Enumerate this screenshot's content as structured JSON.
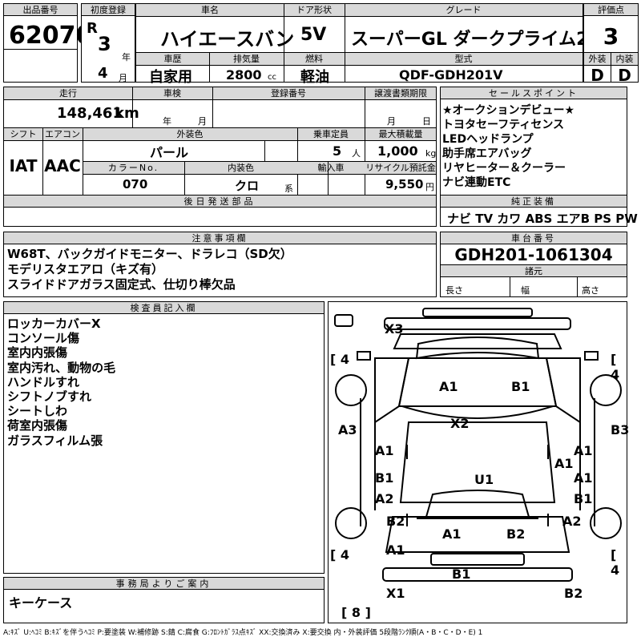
{
  "header": {
    "lot_no_label": "出品番号",
    "lot_no": "62070",
    "first_reg_label": "初度登録",
    "era": "R",
    "year": "3",
    "year_unit": "年",
    "month": "4",
    "month_unit": "月",
    "name_label": "車名",
    "name": "ハイエースバン",
    "door_label": "ドア形状",
    "door": "5V",
    "grade_label": "グレード",
    "grade": "スーパーGL ダークプライム2",
    "score_label": "評価点",
    "score": "3",
    "history_label": "車歴",
    "history": "自家用",
    "displacement_label": "排気量",
    "displacement": "2800",
    "displacement_unit": "cc",
    "fuel_label": "燃料",
    "fuel": "軽油",
    "model_label": "型式",
    "model": "QDF-GDH201V",
    "exterior_label": "外装",
    "exterior": "D",
    "interior_label": "内装",
    "interior": "D"
  },
  "row2": {
    "mileage_label": "走行",
    "mileage": "148,461",
    "mileage_unit": "km",
    "inspection_label": "車検",
    "insp_year_unit": "年",
    "insp_month_unit": "月",
    "plate_label": "登録番号",
    "transfer_label": "譲渡書類期限",
    "transfer_month_unit": "月",
    "transfer_day_unit": "日",
    "shift_label": "シフト",
    "shift": "IAT",
    "ac_label": "エアコン",
    "ac": "AAC",
    "ext_color_label": "外装色",
    "ext_color": "パール",
    "capacity_label": "乗車定員",
    "capacity": "5",
    "capacity_unit": "人",
    "load_label": "最大積載量",
    "load": "1,000",
    "load_unit": "kg",
    "color_no_label": "カラーNo.",
    "color_no": "070",
    "int_color_label": "内装色",
    "int_color": "クロ",
    "int_color_unit": "系",
    "import_label": "輸入車",
    "recycle_label": "リサイクル預託金",
    "recycle": "9,550",
    "recycle_unit": "円",
    "later_parts_label": "後日発送部品"
  },
  "sales_points": {
    "label": "セールスポイント",
    "items": [
      "★オークションデビュー★",
      "トヨタセーフティセンス",
      "LEDヘッドランプ",
      "助手席エアバッグ",
      "リヤヒーター＆クーラー",
      "ナビ連動ETC"
    ],
    "genuine_label": "純正装備",
    "genuine": "ナビ TV カワ ABS エアB PS PW"
  },
  "notes": {
    "label": "注意事項欄",
    "lines": [
      "W68T、バックガイドモニター、ドラレコ（SD欠）",
      "モデリスタエアロ（キズ有）",
      "スライドドアガラス固定式、仕切り棒欠品"
    ]
  },
  "chassis": {
    "label": "車台番号",
    "value": "GDH201-1061304",
    "spec_label": "諸元",
    "length_label": "長さ",
    "width_label": "幅",
    "height_label": "高さ"
  },
  "inspector": {
    "label": "検査員記入欄",
    "lines": [
      "ロッカーカバーX",
      "コンソール傷",
      "室内内張傷",
      "室内汚れ、動物の毛",
      "ハンドルすれ",
      "シフトノブすれ",
      "シートしわ",
      "荷室内張傷",
      "ガラスフィルム張"
    ]
  },
  "office": {
    "label": "事務局よりご案内",
    "text": "キーケース"
  },
  "diagram": {
    "marks": [
      "X3",
      "A1",
      "B1",
      "X2",
      "A3",
      "B3",
      "A1",
      "B1",
      "A2",
      "U1",
      "A1",
      "A1",
      "A1",
      "B1",
      "B2",
      "A2",
      "A1",
      "B2",
      "A1",
      "B1",
      "X1",
      "B2"
    ],
    "tires": [
      "4",
      "4",
      "4",
      "4",
      "8"
    ]
  },
  "footer": "A:ｷｽﾞ U:ﾍｺﾐ B:ｷｽﾞを伴うﾍｺﾐ P:要塗装 W:補修跡 S:錆 C:腐食 G:ﾌﾛﾝﾄｶﾞﾗｽ点ｷｽﾞ XX:交換済み X:要交換 内・外装評価 5段階ﾗﾝｸ順(A・B・C・D・E) 1"
}
